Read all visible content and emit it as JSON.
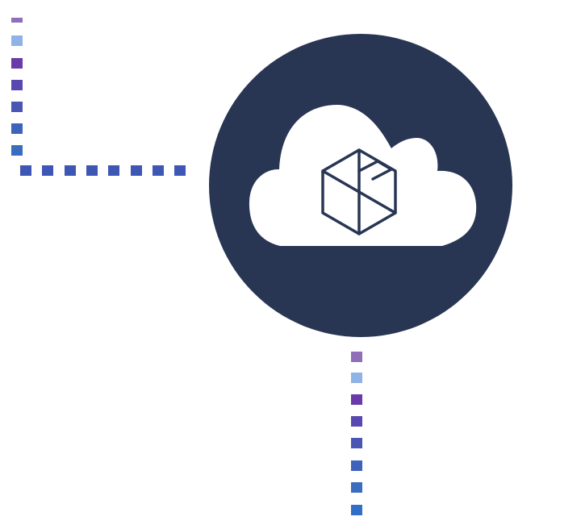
{
  "diagram": {
    "center_node": {
      "circle_color": "#283654",
      "cloud_color": "#ffffff",
      "icon": "cloud-cube-icon",
      "cube_icon": "cube-box-icon",
      "stroke_color": "#283654"
    },
    "connectors": [
      {
        "name": "left-vertical-connector",
        "direction": "vertical"
      },
      {
        "name": "left-horizontal-connector",
        "direction": "horizontal"
      },
      {
        "name": "bottom-vertical-connector",
        "direction": "vertical"
      }
    ],
    "square_colors": [
      "#8f6fb8",
      "#8fb3e6",
      "#6a3aa8",
      "#5a48b0",
      "#4a56b4",
      "#3d64ba",
      "#3a6cc0",
      "#3270c8"
    ]
  }
}
